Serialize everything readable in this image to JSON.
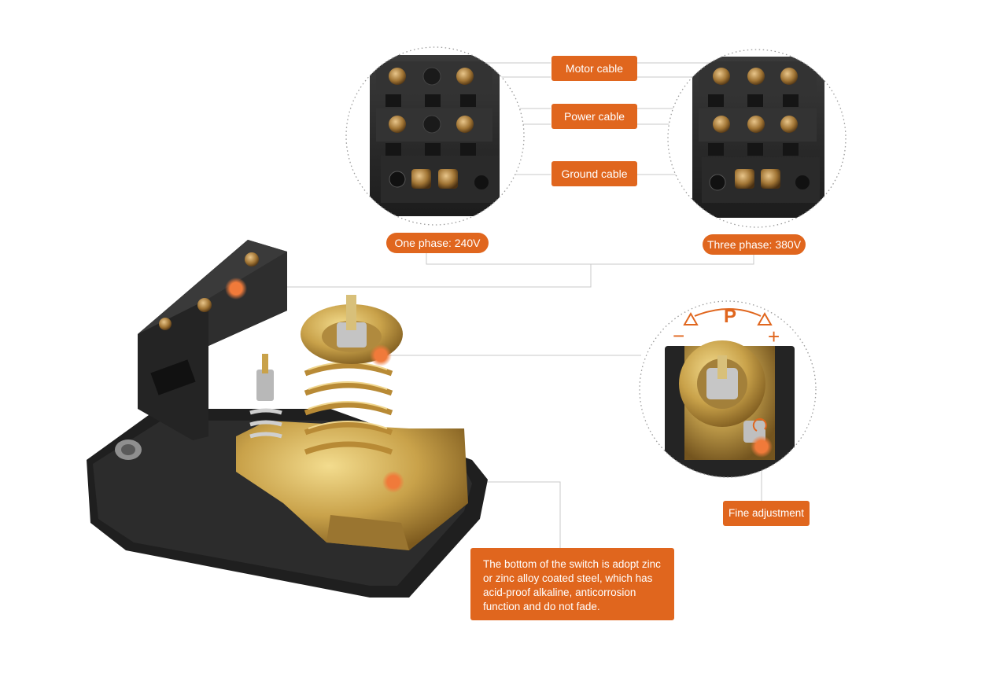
{
  "labels": {
    "motor_cable": "Motor cable",
    "power_cable": "Power cable",
    "ground_cable": "Ground cable",
    "one_phase": "One phase: 240V",
    "three_phase": "Three phase: 380V",
    "fine_adjustment": "Fine adjustment",
    "bottom_note": "The bottom of the switch is adopt zinc or zinc alloy coated steel,  which has acid-proof alkaline, anticorrosion function and do not fade."
  },
  "dial": {
    "pressure_symbol": "P",
    "minus_symbol": "−",
    "plus_symbol": "+"
  },
  "colors": {
    "accent": "#e0661e",
    "dot": "#f07a3a",
    "housing": "#262626",
    "brass": "#c9a24a",
    "leader_line": "#c8c8c8"
  }
}
